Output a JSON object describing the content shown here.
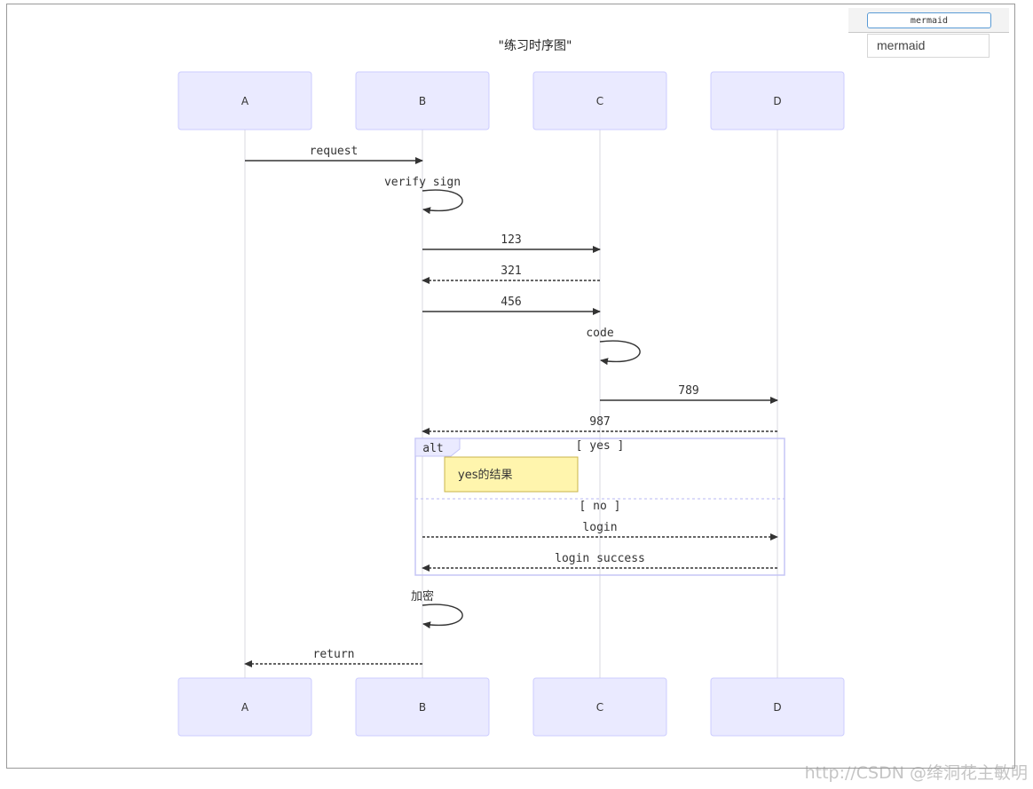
{
  "toolbar": {
    "code_input_value": "mermaid",
    "language_field": "mermaid"
  },
  "diagram": {
    "title": "\"练习时序图\"",
    "participants": [
      "A",
      "B",
      "C",
      "D"
    ],
    "messages": [
      {
        "from": "A",
        "to": "B",
        "label": "request",
        "style": "solid"
      },
      {
        "from": "B",
        "to": "B",
        "label": "verify sign",
        "style": "solid"
      },
      {
        "from": "B",
        "to": "C",
        "label": "123",
        "style": "solid"
      },
      {
        "from": "C",
        "to": "B",
        "label": "321",
        "style": "dotted"
      },
      {
        "from": "B",
        "to": "C",
        "label": "456",
        "style": "solid"
      },
      {
        "from": "C",
        "to": "C",
        "label": "code",
        "style": "solid"
      },
      {
        "from": "C",
        "to": "D",
        "label": "789",
        "style": "solid"
      },
      {
        "from": "D",
        "to": "B",
        "label": "987",
        "style": "dotted"
      },
      {
        "from": "B",
        "to": "D",
        "label": "login",
        "style": "dotted"
      },
      {
        "from": "D",
        "to": "B",
        "label": "login success",
        "style": "dotted"
      },
      {
        "from": "B",
        "to": "B",
        "label": "加密",
        "style": "solid"
      },
      {
        "from": "B",
        "to": "A",
        "label": "return",
        "style": "dotted"
      }
    ],
    "alt_block": {
      "keyword": "alt",
      "yes_condition": "[ yes ]",
      "no_condition": "[ no ]",
      "note": "yes的结果"
    }
  },
  "colors": {
    "actor_fill": "#eaeaff",
    "actor_stroke": "#ccccff",
    "lifeline": "#d8d8e0",
    "line": "#333333",
    "note_fill": "#fff5ad",
    "note_stroke": "#c9b44b",
    "alt_stroke": "#c5c5f5"
  },
  "watermark": "http://CSDN @绛洞花主敏明"
}
